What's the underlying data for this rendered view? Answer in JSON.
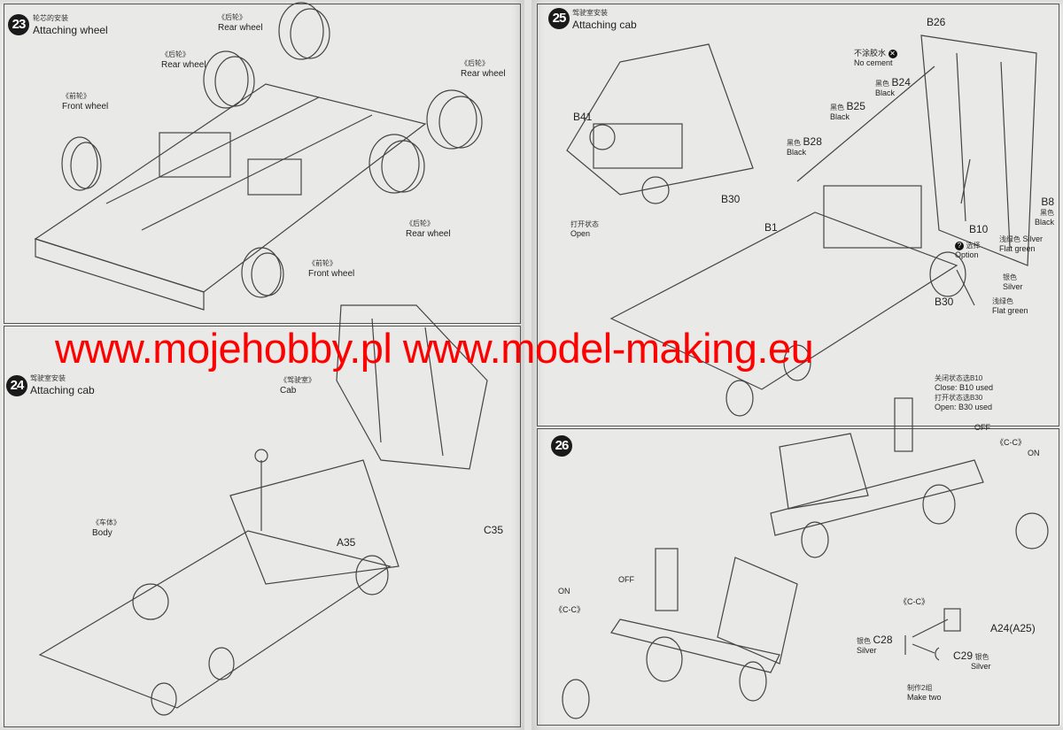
{
  "steps": {
    "s23": {
      "number": "23",
      "title_cn": "轮芯的安装",
      "title": "Attaching wheel",
      "labels": [
        {
          "cn": "《后轮》",
          "en": "Rear wheel"
        },
        {
          "cn": "《后轮》",
          "en": "Rear wheel"
        },
        {
          "cn": "《后轮》",
          "en": "Rear wheel"
        },
        {
          "cn": "《前轮》",
          "en": "Front wheel"
        },
        {
          "cn": "《后轮》",
          "en": "Rear wheel"
        },
        {
          "cn": "《前轮》",
          "en": "Front wheel"
        }
      ]
    },
    "s24": {
      "number": "24",
      "title_cn": "驾驶室安装",
      "title": "Attaching cab",
      "labels": [
        {
          "cn": "《驾驶室》",
          "en": "Cab"
        },
        {
          "cn": "《车体》",
          "en": "Body"
        }
      ],
      "parts": [
        "A35",
        "C35"
      ]
    },
    "s25": {
      "number": "25",
      "title_cn": "驾驶室安装",
      "title": "Attaching cab",
      "no_cement_cn": "不涂胶水",
      "no_cement": "No cement",
      "open_cn": "打开状态",
      "open": "Open",
      "parts": {
        "b26": "B26",
        "b24": "B24",
        "b25": "B25",
        "b28": "B28",
        "b41": "B41",
        "b30a": "B30",
        "b1": "B1",
        "b10": "B10",
        "b8": "B8",
        "b30b": "B30"
      },
      "black_cn": "黑色",
      "black": "Black",
      "silver_cn": "银色",
      "silver": "Silver",
      "flatgreen_cn": "浅绿色",
      "flatgreen": "Flat green",
      "option_cn": "选择",
      "option": "Option",
      "close_cn": "关闭状态选B10",
      "close": "Close: B10 used",
      "open2_cn": "打开状态选B30",
      "open2": "Open: B30 used"
    },
    "s26": {
      "number": "26",
      "off": "OFF",
      "on": "ON",
      "cc": "《C-C》",
      "parts": {
        "c28": "C28",
        "c29": "C29",
        "a24": "A24(A25)"
      },
      "silver_cn": "银色",
      "silver": "Silver",
      "make_two_cn": "制作2组",
      "make_two": "Make two"
    }
  },
  "watermark": "www.mojehobby.pl www.model-making.eu"
}
